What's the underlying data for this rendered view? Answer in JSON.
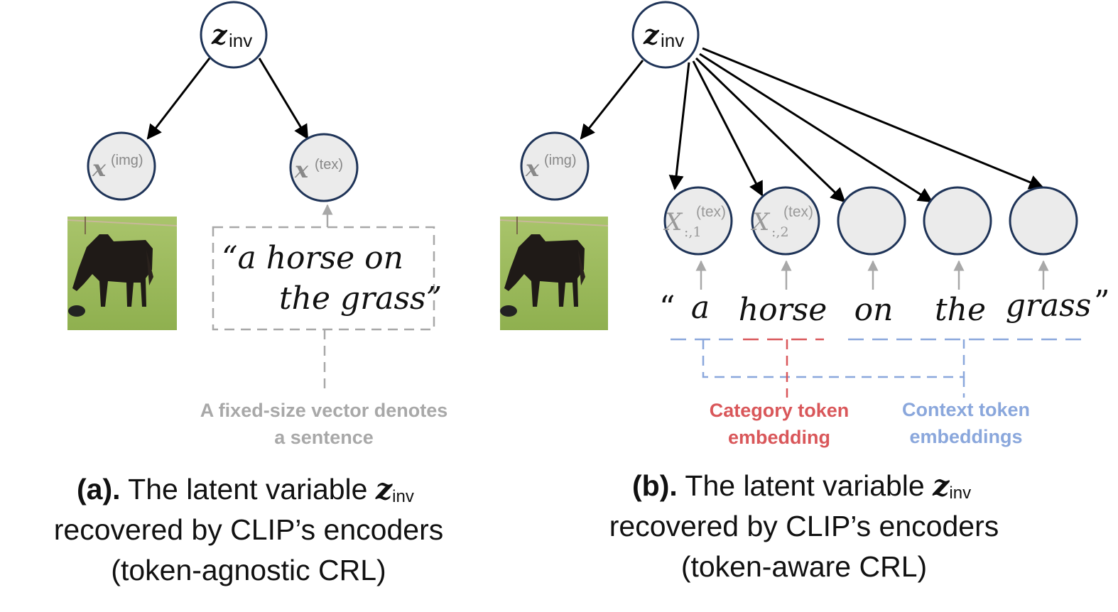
{
  "panel_a": {
    "z_symbol": "z",
    "z_sub": "inv",
    "x_img_symbol": "x",
    "x_img_sup": "(img)",
    "x_tex_symbol": "x",
    "x_tex_sup": "(tex)",
    "sentence_line1": "“a horse on",
    "sentence_line2": "the grass”",
    "note_line1": "A fixed-size vector denotes",
    "note_line2": "a sentence",
    "caption_label": "(a).",
    "caption_line1_text": " The latent variable ",
    "caption_line2": "recovered by CLIP’s encoders",
    "caption_line3": "(token-agnostic CRL)",
    "image_label": "horse on grass photo"
  },
  "panel_b": {
    "z_symbol": "z",
    "z_sub": "inv",
    "x_img_symbol": "x",
    "x_img_sup": "(img)",
    "token_nodes": [
      {
        "symbol": "X",
        "sup": "(tex)",
        "sub": ":,1"
      },
      {
        "symbol": "X",
        "sup": "(tex)",
        "sub": ":,2"
      },
      {
        "symbol": "",
        "sup": "",
        "sub": ""
      },
      {
        "symbol": "",
        "sup": "",
        "sub": ""
      },
      {
        "symbol": "",
        "sup": "",
        "sub": ""
      }
    ],
    "open_quote": "“",
    "close_quote": "”",
    "words": [
      "a",
      "horse",
      "on",
      "the",
      "grass"
    ],
    "category_label_line1": "Category token",
    "category_label_line2": "embedding",
    "context_label_line1": "Context token",
    "context_label_line2": "embeddings",
    "caption_label": "(b).",
    "caption_line1_text": " The latent variable ",
    "caption_line2": "recovered by CLIP’s encoders",
    "caption_line3": "(token-aware CRL)"
  },
  "colors": {
    "node_stroke": "#1f3458",
    "node_fill": "#ebebeb",
    "gray": "#a8a8a8",
    "category_red": "#d9575a",
    "context_blue": "#8aa7dc"
  }
}
